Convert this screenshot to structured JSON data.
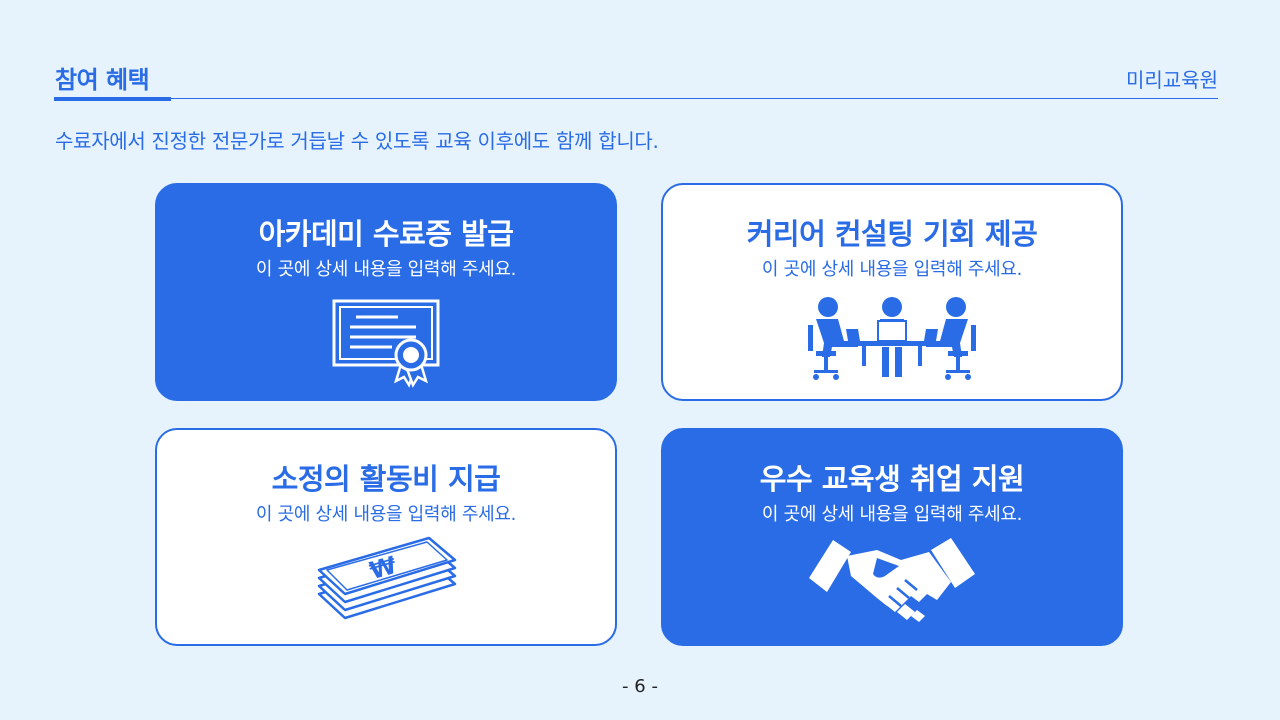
{
  "header": {
    "title": "참여 혜택",
    "brand": "미리교육원",
    "subtitle": "수료자에서 진정한 전문가로 거듭날 수 있도록 교육 이후에도 함께 합니다."
  },
  "cards": [
    {
      "title": "아카데미 수료증 발급",
      "desc": "이 곳에 상세 내용을 입력해 주세요.",
      "icon": "certificate-icon"
    },
    {
      "title": "커리어 컨설팅 기회 제공",
      "desc": "이 곳에 상세 내용을 입력해 주세요.",
      "icon": "meeting-icon"
    },
    {
      "title": "소정의 활동비 지급",
      "desc": "이 곳에 상세 내용을 입력해 주세요.",
      "icon": "money-icon"
    },
    {
      "title": "우수 교육생 취업 지원",
      "desc": "이 곳에 상세 내용을 입력해 주세요.",
      "icon": "handshake-icon"
    }
  ],
  "footer": {
    "page": "- 6 -"
  },
  "colors": {
    "accent": "#2a6ce6",
    "background": "#e6f3fd",
    "white": "#ffffff"
  }
}
